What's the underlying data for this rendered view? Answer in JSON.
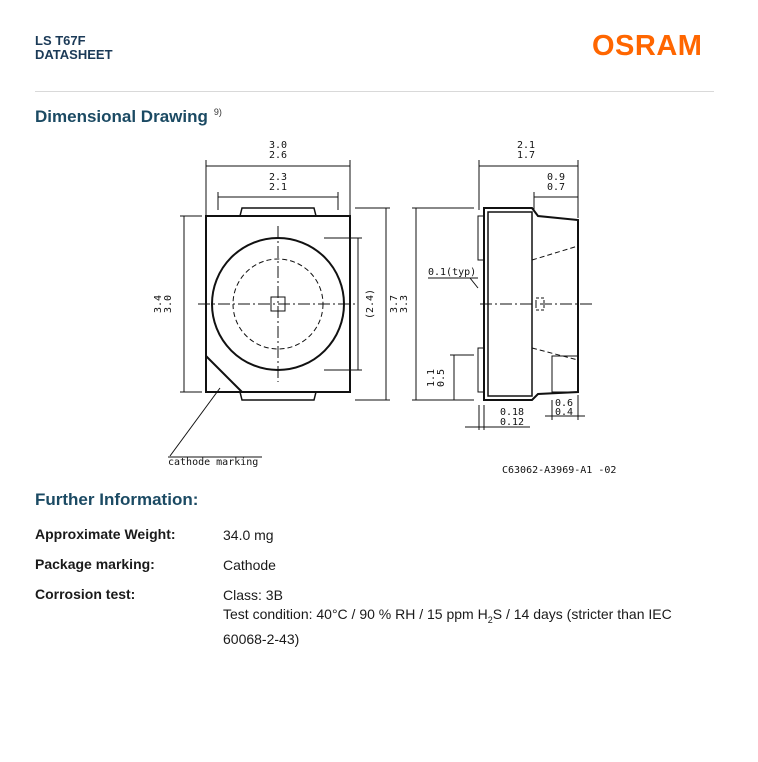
{
  "header": {
    "product": "LS T67F",
    "doc_type": "DATASHEET",
    "logo": "OSRAM",
    "logo_color": "#ff6600"
  },
  "drawing_section": {
    "title": "Dimensional Drawing",
    "footnote": "9)",
    "drawing": {
      "top_width_max": "3.0",
      "top_width_min": "2.6",
      "inner_width_max": "2.3",
      "inner_width_min": "2.1",
      "height_max": "3.4",
      "height_min": "3.0",
      "lens_dia": "(2.4)",
      "overall_height_max": "3.7",
      "overall_height_min": "3.3",
      "cathode_label": "cathode marking",
      "side_width_max": "2.1",
      "side_width_min": "1.7",
      "side_dim2_max": "0.9",
      "side_dim2_min": "0.7",
      "typ_label": "0.1(typ)",
      "lead_h_max": "1.1",
      "lead_h_min": "0.5",
      "gap_max": "0.18",
      "gap_min": "0.12",
      "lead_w_max": "0.6",
      "lead_w_min": "0.4",
      "drawing_number": "C63062-A3969-A1 -02"
    }
  },
  "further_section": {
    "title": "Further Information:",
    "rows": [
      {
        "label": "Approximate Weight:",
        "value": "34.0 mg"
      },
      {
        "label": "Package marking:",
        "value": "Cathode"
      },
      {
        "label": "Corrosion test:",
        "value": "Class: 3B"
      }
    ],
    "corrosion_condition_pre": "Test condition: 40°C / 90 % RH / 15 ppm H",
    "corrosion_condition_sub": "2",
    "corrosion_condition_post": "S / 14 days (stricter than IEC",
    "corrosion_condition_line2": "60068-2-43)"
  }
}
